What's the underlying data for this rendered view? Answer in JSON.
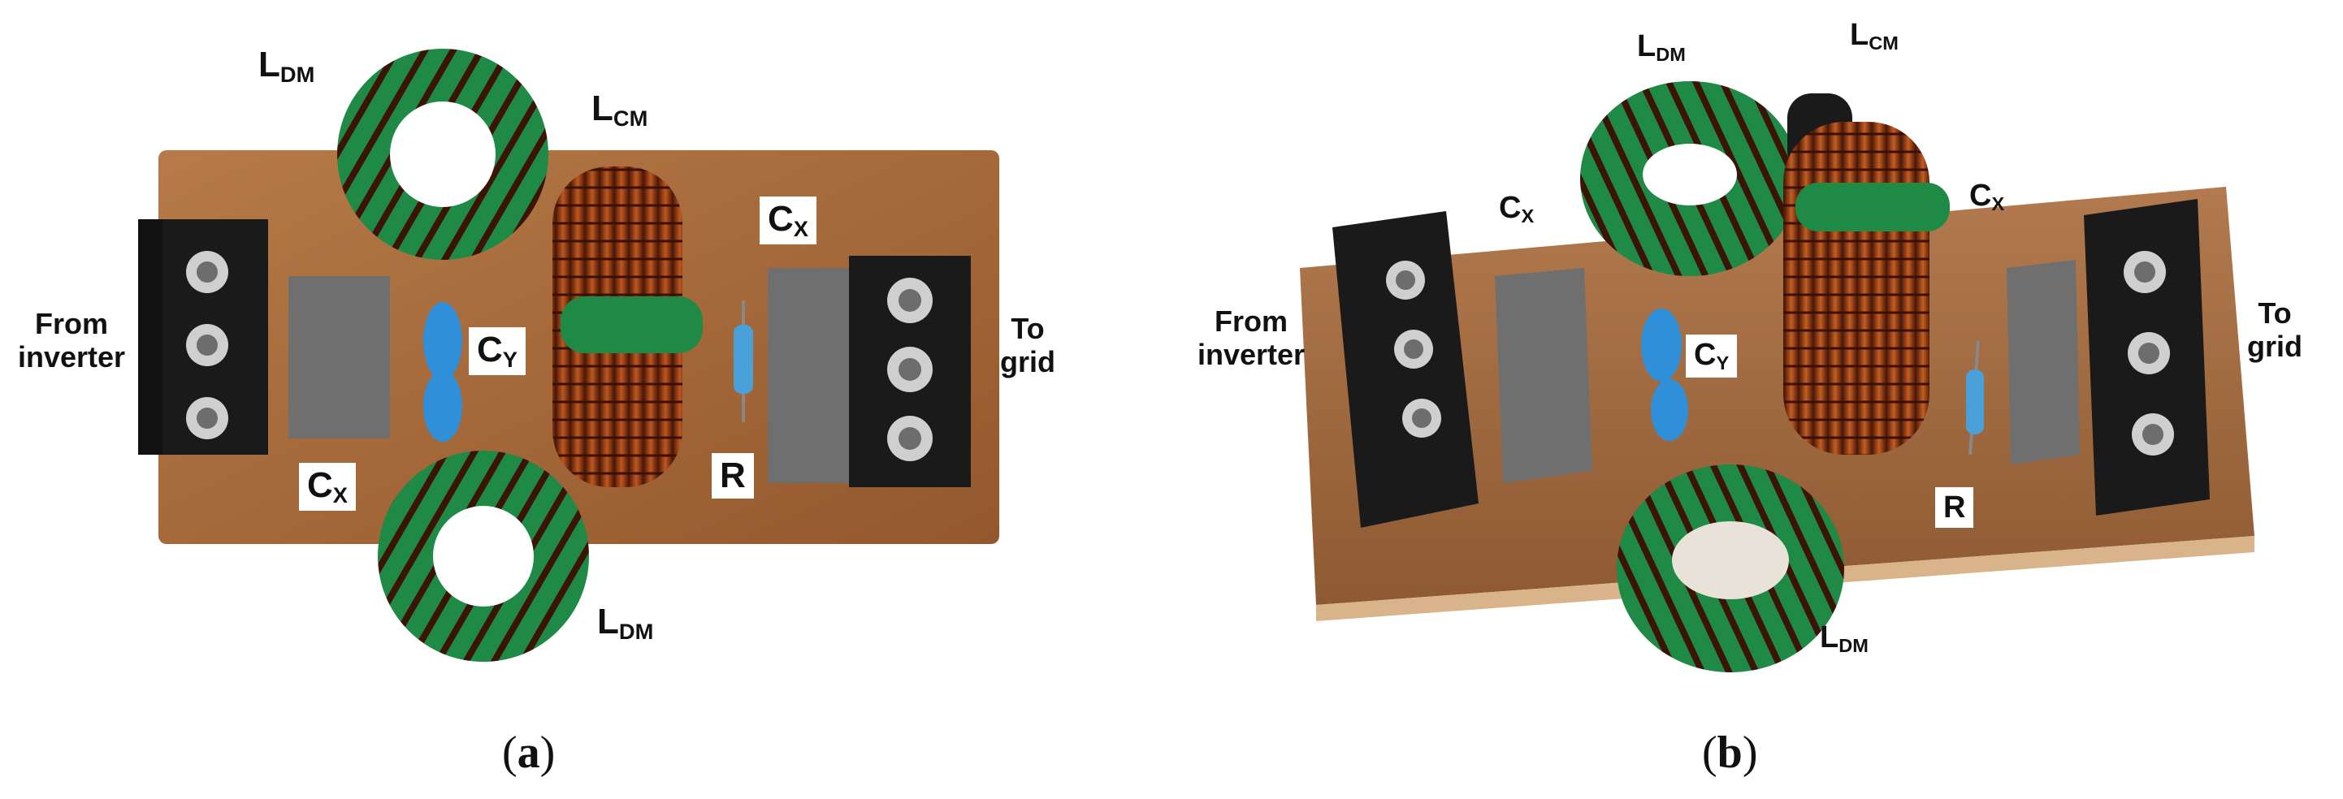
{
  "panels": [
    {
      "caption_open": "(",
      "caption_letter": "a",
      "caption_close": ")",
      "labels": {
        "ldm_top": {
          "main": "L",
          "sub": "DM"
        },
        "lcm": {
          "main": "L",
          "sub": "CM"
        },
        "cx_right": {
          "main": "C",
          "sub": "X"
        },
        "cy": {
          "main": "C",
          "sub": "Y"
        },
        "cx_left": {
          "main": "C",
          "sub": "X"
        },
        "r": "R",
        "ldm_bottom": {
          "main": "L",
          "sub": "DM"
        }
      },
      "input_text": [
        "From",
        "inverter"
      ],
      "output_text": [
        "To",
        "grid"
      ]
    },
    {
      "caption_open": "(",
      "caption_letter": "b",
      "caption_close": ")",
      "labels": {
        "ldm_top": {
          "main": "L",
          "sub": "DM"
        },
        "lcm": {
          "main": "L",
          "sub": "CM"
        },
        "cx_left": {
          "main": "C",
          "sub": "X"
        },
        "cx_right": {
          "main": "C",
          "sub": "X"
        },
        "cy": {
          "main": "C",
          "sub": "Y"
        },
        "r": "R",
        "ldm_bottom": {
          "main": "L",
          "sub": "DM"
        }
      },
      "input_text": [
        "From",
        "inverter"
      ],
      "output_text": [
        "To",
        "grid"
      ]
    }
  ],
  "colors": {
    "pcb": "#a86a3a",
    "toroid_green": "#1e8a45",
    "copper_wire": "#7a2e10",
    "capacitor_gray": "#6f6f70",
    "terminal_black": "#1a1a1a",
    "cy_blue": "#2f8fd8"
  }
}
